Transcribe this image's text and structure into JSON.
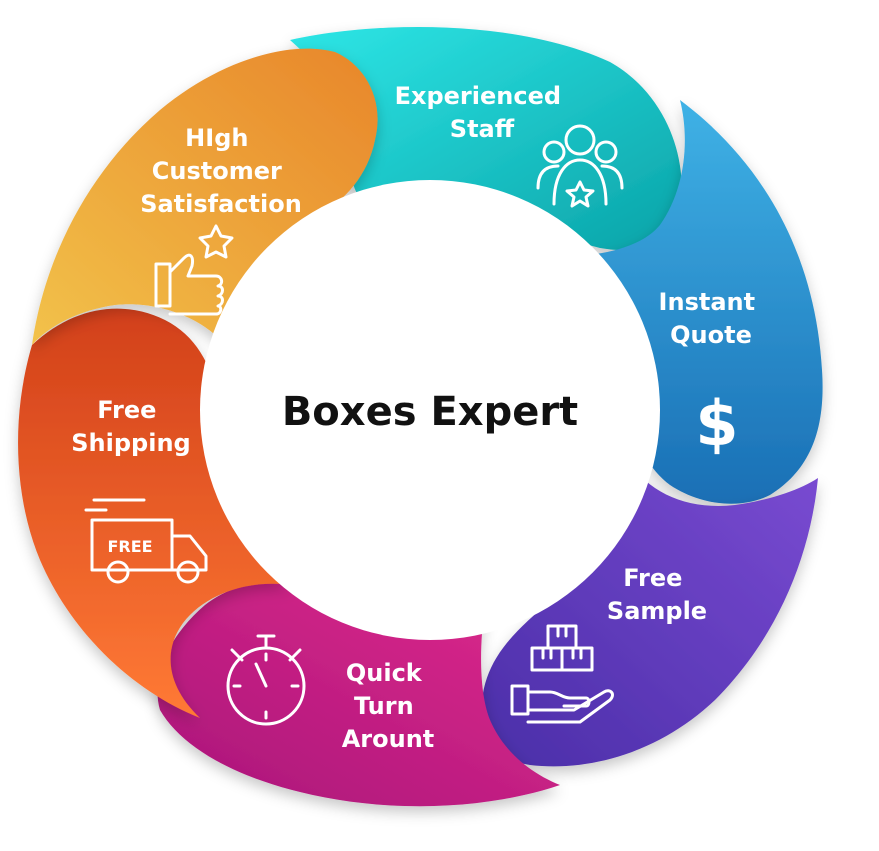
{
  "diagram": {
    "center_title": "Boxes Expert",
    "segments": [
      {
        "id": "experienced-staff",
        "lines": [
          "Experienced",
          "Staff"
        ],
        "icon": "team-icon",
        "color_a": "#2ee6e6",
        "color_b": "#0aa3a8"
      },
      {
        "id": "instant-quote",
        "lines": [
          "Instant",
          "Quote"
        ],
        "icon": "dollar-icon",
        "icon_text": "$",
        "color_a": "#3fb2e6",
        "color_b": "#1a6fb5"
      },
      {
        "id": "free-sample",
        "lines": [
          "Free",
          "Sample"
        ],
        "icon": "boxes-on-hand-icon",
        "color_a": "#7a4bd2",
        "color_b": "#4a2ea8"
      },
      {
        "id": "quick-turn-around",
        "lines": [
          "Quick",
          "Turn",
          "Arount"
        ],
        "icon": "stopwatch-icon",
        "color_a": "#e02a8c",
        "color_b": "#a8157a"
      },
      {
        "id": "free-shipping",
        "lines": [
          "Free",
          "Shipping"
        ],
        "icon": "delivery-truck-icon",
        "icon_text": "FREE",
        "color_a": "#ff7a35",
        "color_b": "#d2401a"
      },
      {
        "id": "high-customer-satisfaction",
        "lines": [
          "HIgh",
          "Customer",
          "Satisfaction"
        ],
        "icon": "thumbs-up-star-icon",
        "color_a": "#f2c24a",
        "color_b": "#e8862a"
      }
    ]
  }
}
